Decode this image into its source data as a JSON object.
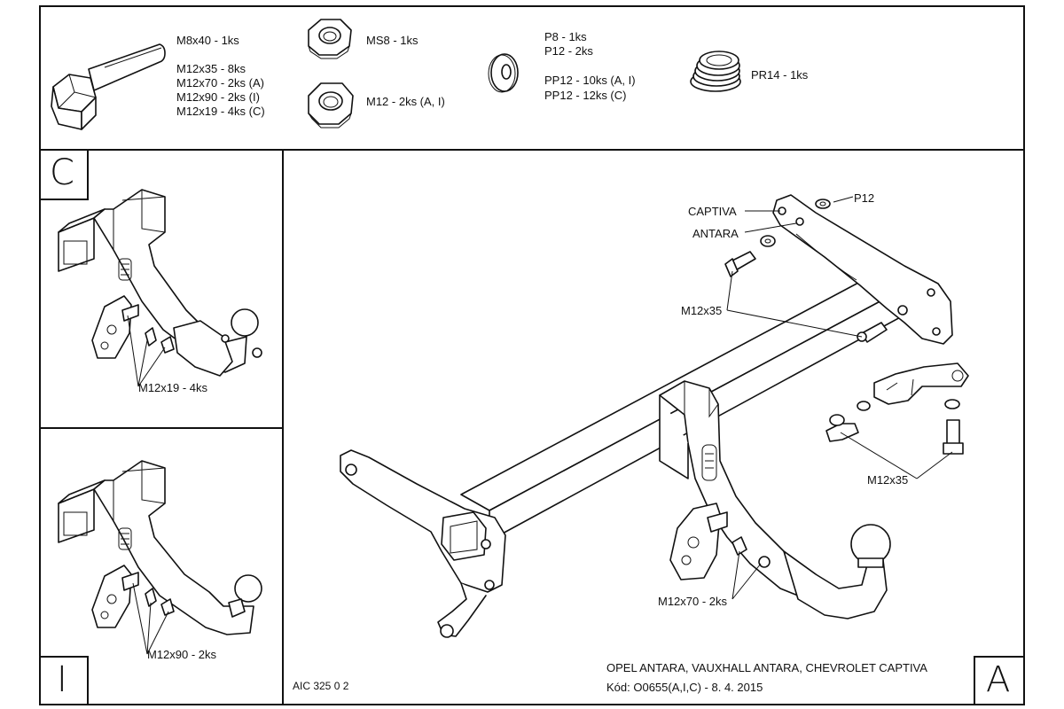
{
  "parts": {
    "bolt": {
      "label": "M8x40 - 1ks",
      "variants": [
        "M12x35 - 8ks",
        "M12x70 - 2ks (A)",
        "M12x90 - 2ks (I)",
        "M12x19 - 4ks (C)"
      ]
    },
    "nut_ms8": "MS8 - 1ks",
    "nut_m12": "M12 - 2ks (A, I)",
    "washers": [
      "P8 - 1ks",
      "P12 - 2ks",
      "PP12 - 10ks (A, I)",
      "PP12 - 12ks (C)"
    ],
    "spring": "PR14 - 1ks"
  },
  "panels": {
    "c": {
      "letter": "C",
      "label": "M12x19 - 4ks"
    },
    "i": {
      "letter": "I",
      "label": "M12x90 - 2ks"
    },
    "a": {
      "letter": "A"
    }
  },
  "main": {
    "labels": {
      "p12": "P12",
      "captiva": "CAPTIVA",
      "antara": "ANTARA",
      "m12x35_top": "M12x35",
      "m12x35_right": "M12x35",
      "m12x70": "M12x70 - 2ks"
    }
  },
  "footer": {
    "code": "AIC 325 0 2",
    "vehicle": "OPEL ANTARA, VAUXHALL ANTARA, CHEVROLET CAPTIVA",
    "kod": "Kód: O0655(A,I,C) - 8. 4. 2015"
  }
}
